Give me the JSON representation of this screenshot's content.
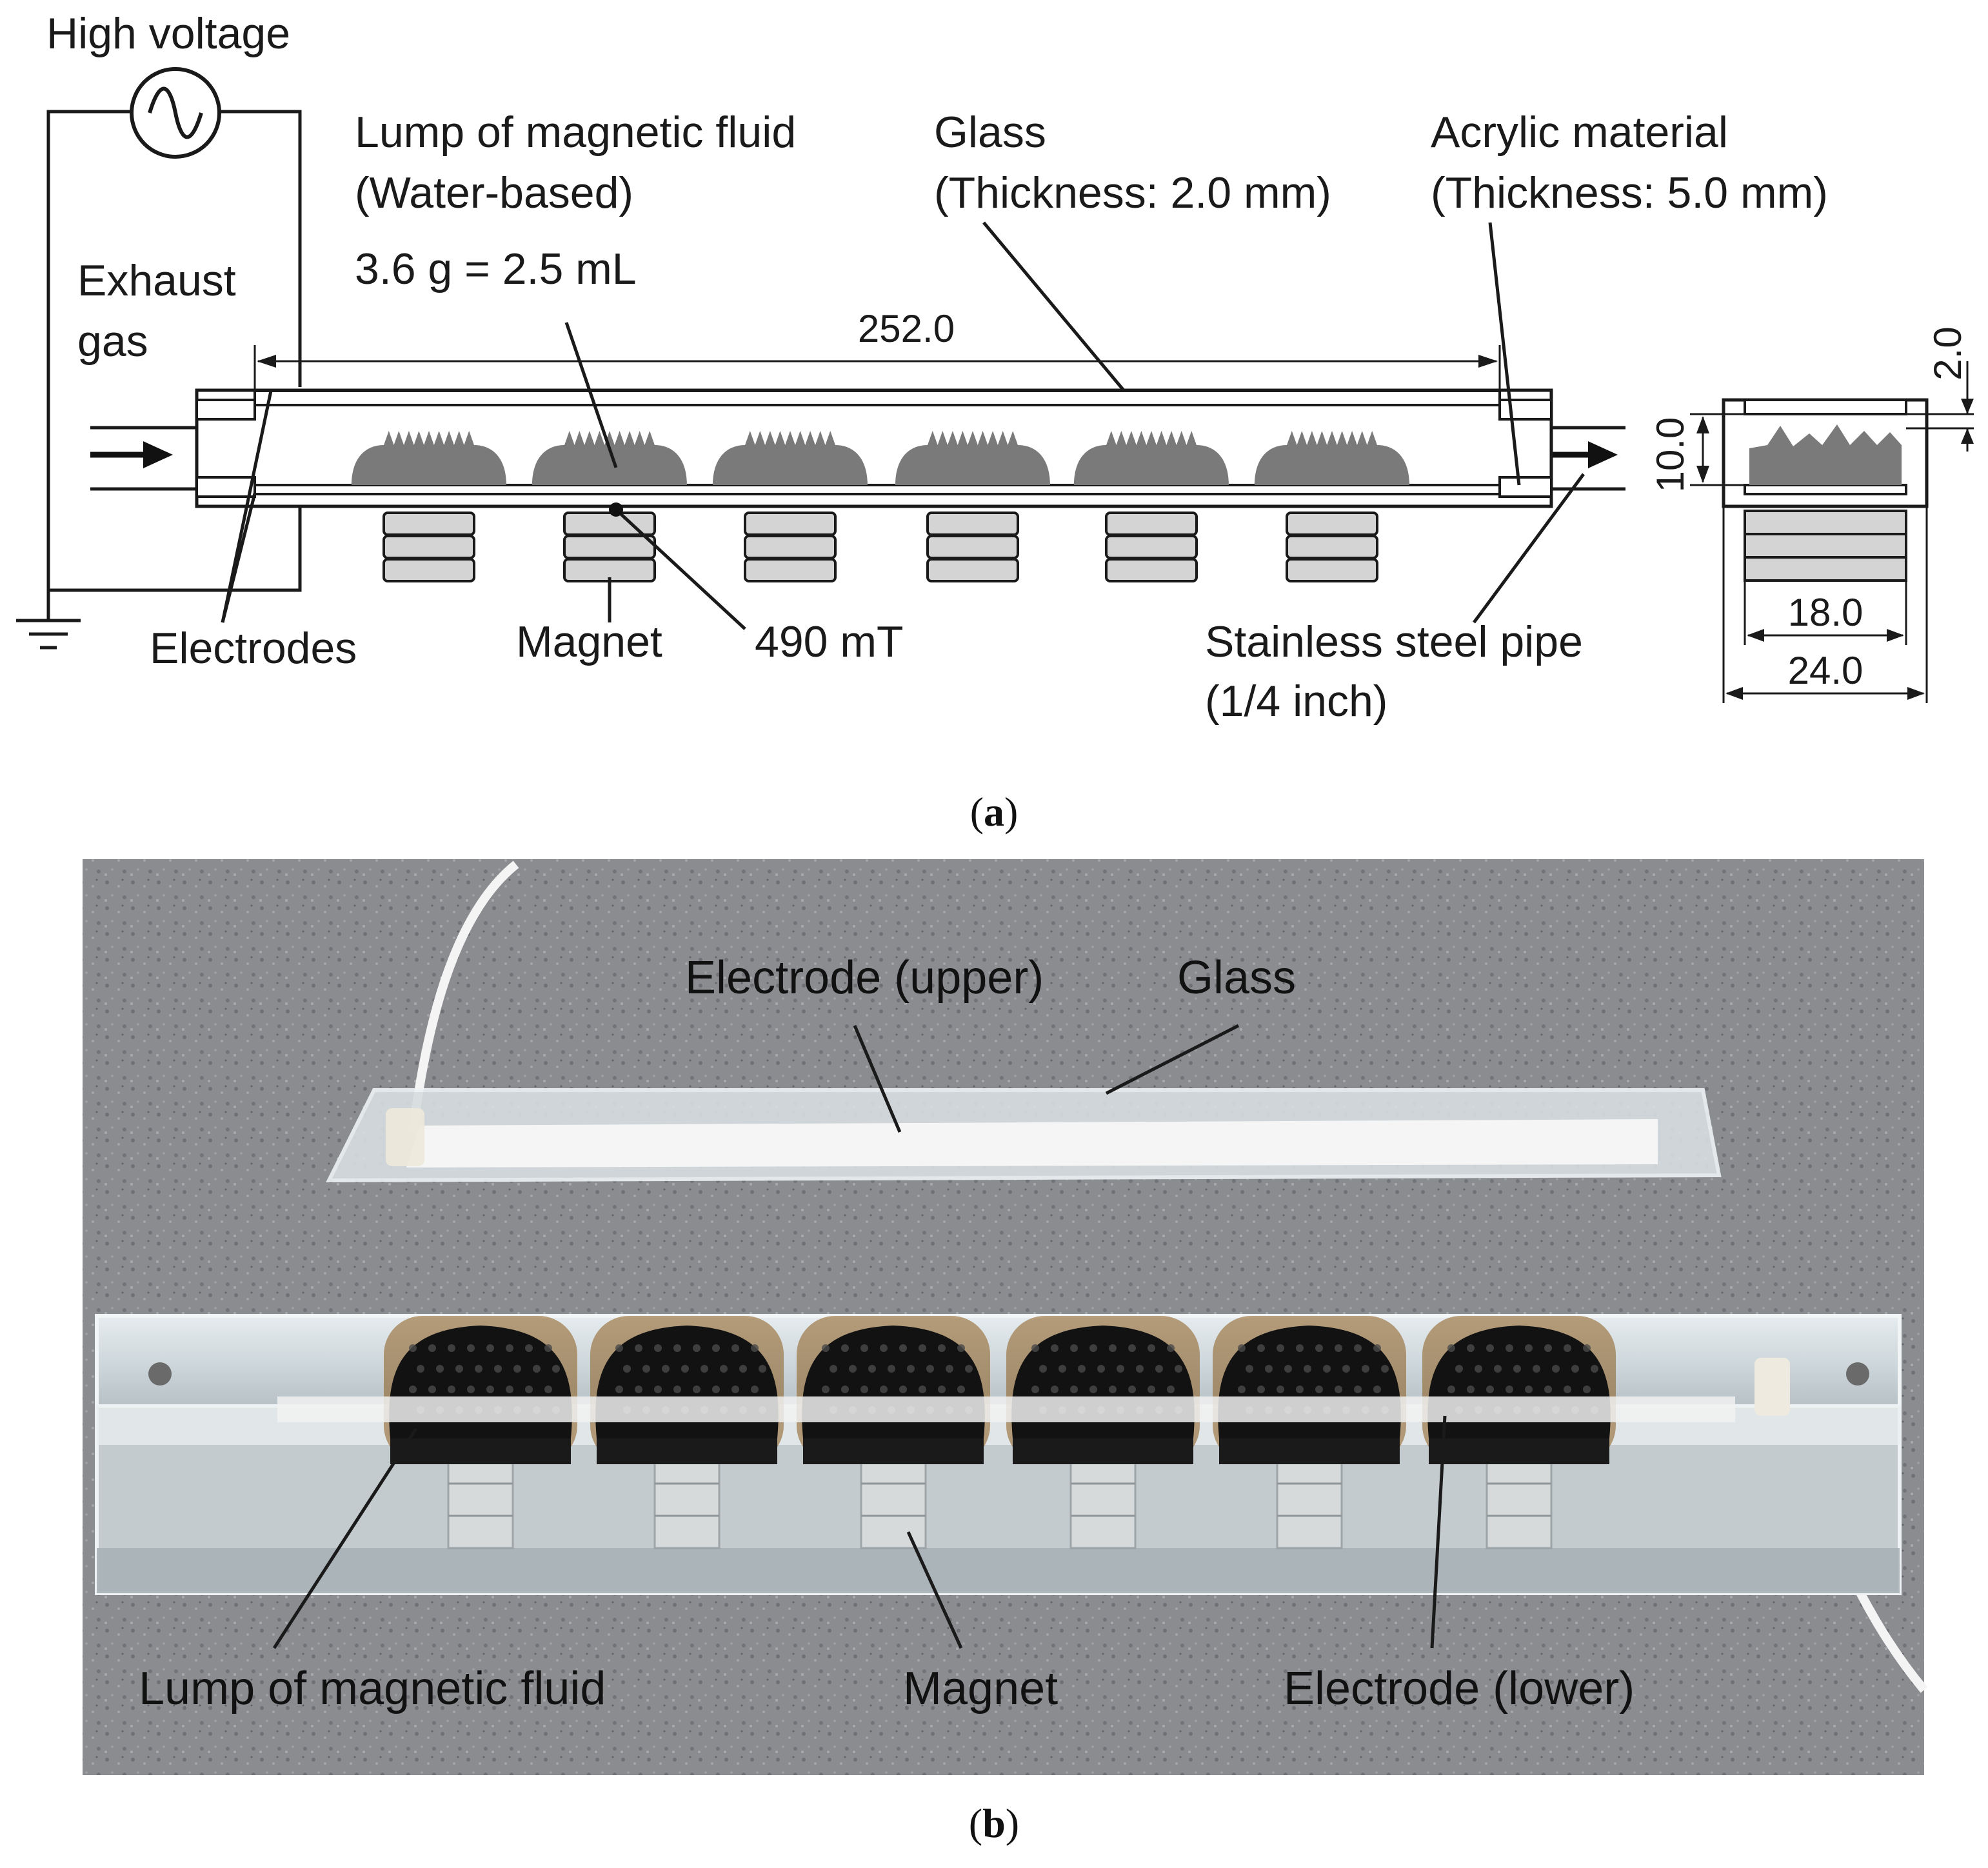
{
  "diagram": {
    "labels": {
      "high_voltage": "High voltage",
      "lump_line1": "Lump of magnetic fluid",
      "lump_line2": "(Water-based)",
      "lump_line3": "3.6 g = 2.5 mL",
      "glass_line1": "Glass",
      "glass_line2": "(Thickness: 2.0 mm)",
      "acrylic_line1": "Acrylic material",
      "acrylic_line2": "(Thickness: 5.0 mm)",
      "exhaust_line1": "Exhaust",
      "exhaust_line2": "gas",
      "electrodes": "Electrodes",
      "magnet": "Magnet",
      "field": "490 mT",
      "pipe_line1": "Stainless steel pipe",
      "pipe_line2": "(1/4 inch)"
    },
    "dimensions": {
      "length": "252.0",
      "height": "10.0",
      "glass_thickness": "2.0",
      "inner_width": "18.0",
      "outer_width": "24.0"
    },
    "caption_a": {
      "open": "(",
      "letter": "a",
      "close": ")"
    }
  },
  "photo": {
    "labels": {
      "electrode_upper": "Electrode (upper)",
      "glass": "Glass",
      "lump": "Lump of magnetic fluid",
      "magnet": "Magnet",
      "electrode_lower": "Electrode (lower)"
    },
    "caption_b": {
      "open": "(",
      "letter": "b",
      "close": ")"
    }
  },
  "colors": {
    "fluid_gray": "#7a7a7a",
    "magnet_fill": "#d4d4d4",
    "photo_background": "#8a8c90",
    "ferrofluid": "#121212"
  }
}
